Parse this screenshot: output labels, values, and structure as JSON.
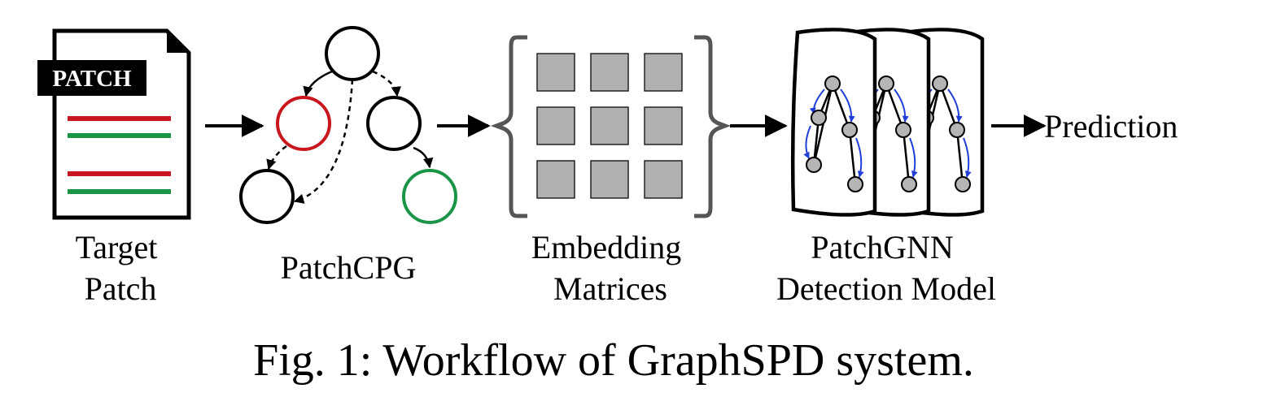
{
  "patch_tag": "PATCH",
  "stages": {
    "target_patch": [
      "Target",
      "Patch"
    ],
    "patch_cpg": [
      "PatchCPG"
    ],
    "embedding": [
      "Embedding",
      "Matrices"
    ],
    "gnn": [
      "PatchGNN",
      "Detection Model"
    ]
  },
  "prediction": "Prediction",
  "caption": "Fig. 1: Workflow of GraphSPD system.",
  "colors": {
    "deleted_line": "#c8171e",
    "added_line": "#1a9445",
    "matrix_cell": "#b0b0b0",
    "node_fill": "#b5b5b5",
    "edge_blue": "#1f3fd6"
  }
}
